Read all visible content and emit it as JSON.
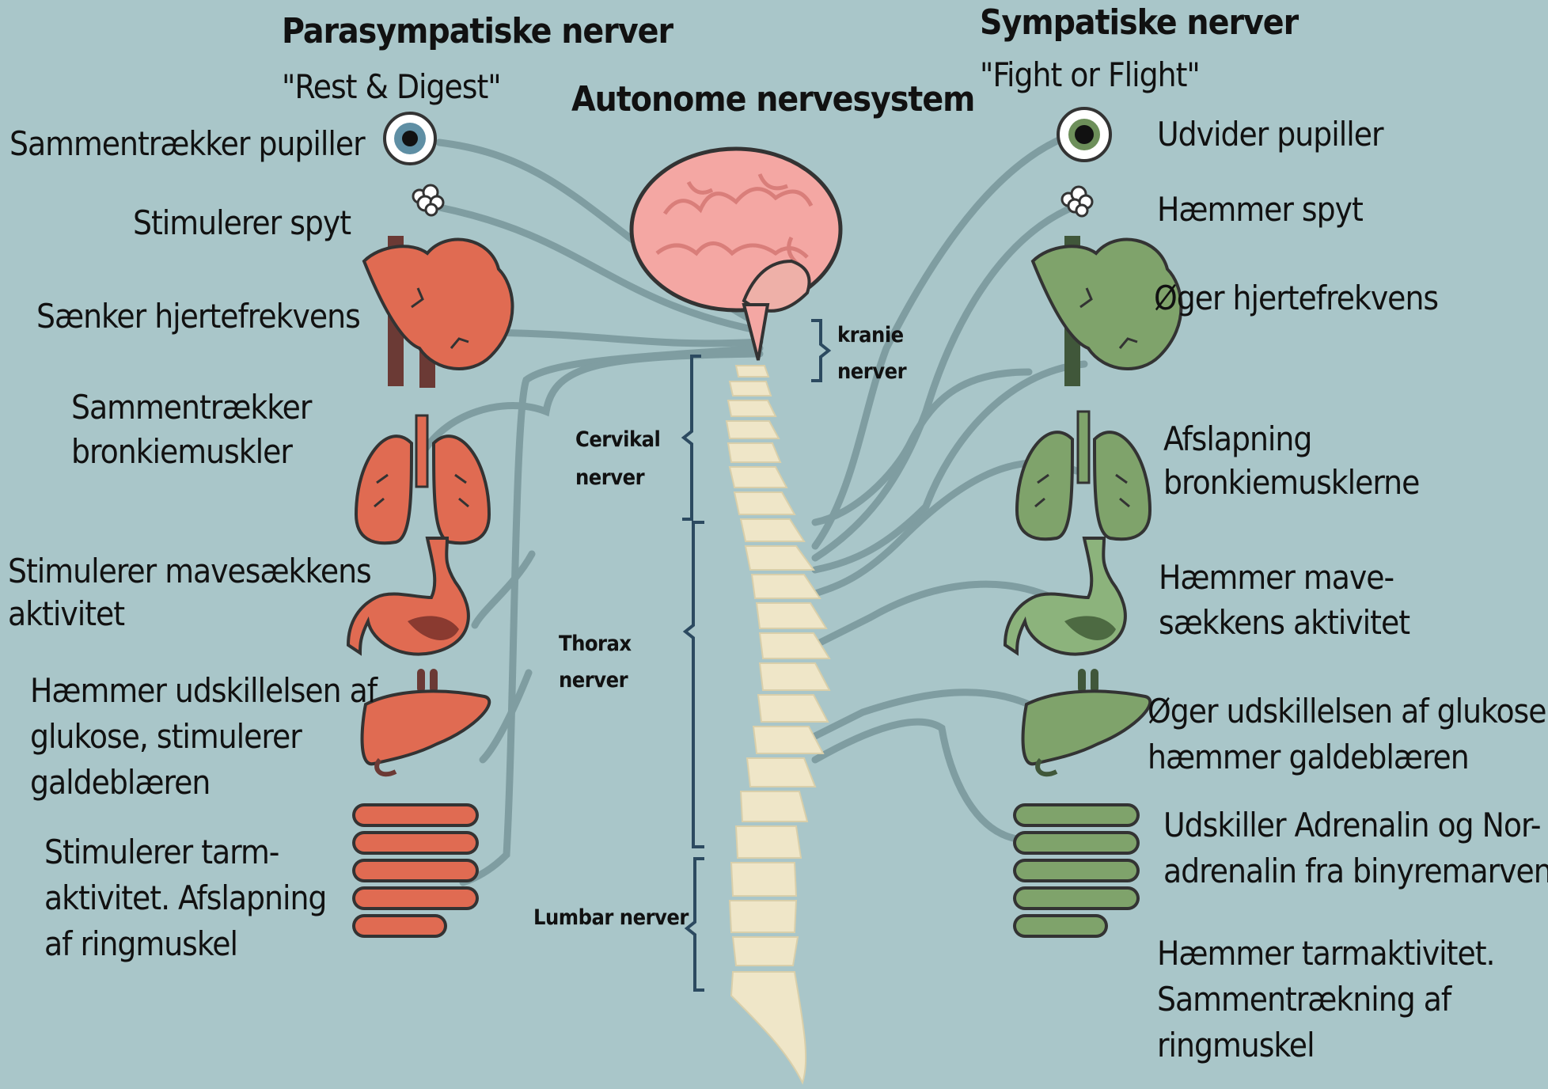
{
  "header": {
    "left_title": "Parasympatiske nerver",
    "left_subtitle": "\"Rest & Digest\"",
    "center_title": "Autonome nervesystem",
    "right_title": "Sympatiske nerver",
    "right_subtitle": "\"Fight or Flight\""
  },
  "left_labels": [
    "Sammentrækker pupiller",
    "Stimulerer spyt",
    "Sænker hjertefrekvens",
    "Sammentrækker",
    "bronkiemuskler",
    "Stimulerer mavesækkens",
    "aktivitet",
    "Hæmmer udskillelsen af",
    "glukose, stimulerer",
    "galdeblæren",
    "Stimulerer tarm-",
    "aktivitet. Afslapning",
    "af ringmuskel"
  ],
  "right_labels": [
    "Udvider pupiller",
    "Hæmmer spyt",
    "Øger  hjertefrekvens",
    "Afslapning",
    "bronkiemusklerne",
    "Hæmmer  mave-",
    "sækkens aktivitet",
    "Øger udskillelsen af glukose,",
    "hæmmer galdeblæren",
    "Udskiller Adrenalin og Nor-",
    "adrenalin fra binyremarven",
    "Hæmmer tarmaktivitet.",
    "Sammentrækning af",
    "ringmuskel"
  ],
  "spine_labels": {
    "kranie_1": "kranie",
    "kranie_2": "nerver",
    "cervikal_1": "Cervikal",
    "cervikal_2": "nerver",
    "thorax_1": "Thorax",
    "thorax_2": "nerver",
    "lumbar": "Lumbar nerver"
  },
  "colors": {
    "background": "#a9c6c9",
    "parasympathetic_organ": "#e06b52",
    "sympathetic_organ": "#7fa36b",
    "nerve": "#7f9da1",
    "brain": "#f4a7a3",
    "spine": "#efe6c8"
  },
  "icons": [
    "eye-icon",
    "salivary-gland-icon",
    "heart-icon",
    "lungs-icon",
    "stomach-icon",
    "liver-icon",
    "intestine-icon",
    "brain-icon",
    "spine-icon"
  ]
}
